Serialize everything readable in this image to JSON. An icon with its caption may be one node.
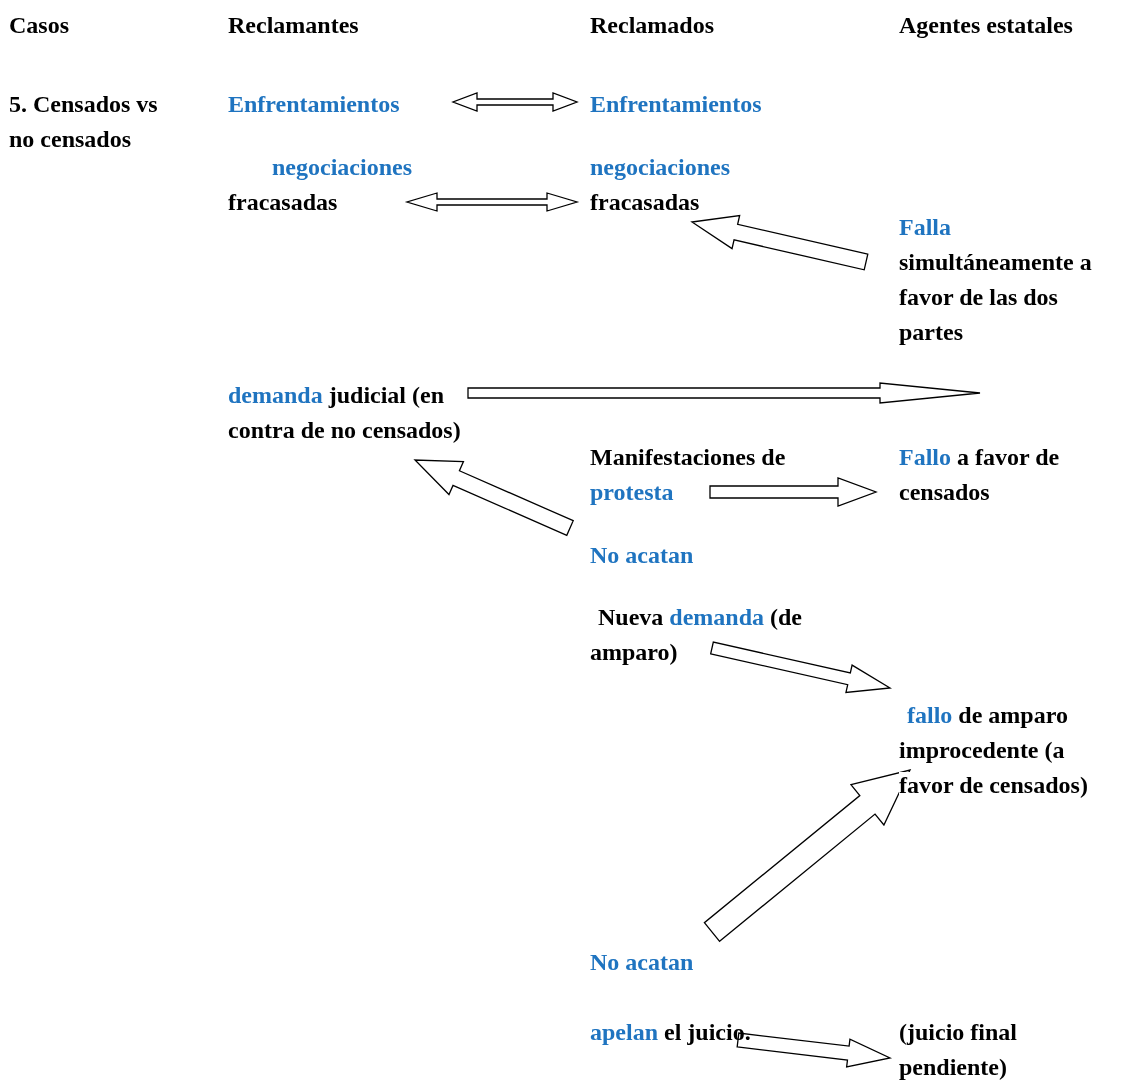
{
  "diagram": {
    "nodes": [
      {
        "text": [
          "Enfrentamientos"
        ]
      },
      {
        "text": [
          "Enfrentamientos"
        ]
      },
      {
        "text": [
          "negociaciones",
          "fracasadas"
        ]
      },
      {
        "text": [
          "negociaciones",
          "fracasadas"
        ]
      },
      {
        "text": [
          "Falla",
          "simultáneamente a favor de las dos partes"
        ]
      },
      {
        "text": [
          "demanda",
          "judicial (en contra de no censados)"
        ]
      },
      {
        "text": [
          "Manifestaciones de",
          "protesta"
        ]
      },
      {
        "text": [
          "Fallo",
          "a favor de censados"
        ]
      },
      {
        "text": [
          "No acatan"
        ]
      },
      {
        "text": [
          "Nueva",
          "demanda",
          "(de amparo)"
        ]
      },
      {
        "text": [
          "fallo",
          "de amparo improcedente (a favor de censados)"
        ]
      },
      {
        "text": [
          "No acatan"
        ]
      },
      {
        "text": [
          "apelan",
          "el juicio."
        ]
      },
      {
        "text": [
          "(juicio final pendiente)"
        ]
      }
    ],
    "edges": [
      {
        "from": 0,
        "to": 1,
        "arrow": "both"
      },
      {
        "from": 2,
        "to": 3,
        "arrow": "both"
      },
      {
        "from": 4,
        "to": 3,
        "arrow": "to"
      },
      {
        "from": 5,
        "to": null,
        "arrow": "to"
      },
      {
        "from": 6,
        "to": 7,
        "arrow": "to"
      },
      {
        "from": 8,
        "to": 5,
        "arrow": "to"
      },
      {
        "from": 9,
        "to": 10,
        "arrow": "to"
      },
      {
        "from": 11,
        "to": 10,
        "arrow": "to"
      },
      {
        "from": 12,
        "to": 13,
        "arrow": "to"
      }
    ],
    "labels": [
      "Casos",
      "Reclamantes",
      "Reclamados",
      "Agentes estatales",
      "5. Censados vs no censados"
    ]
  }
}
